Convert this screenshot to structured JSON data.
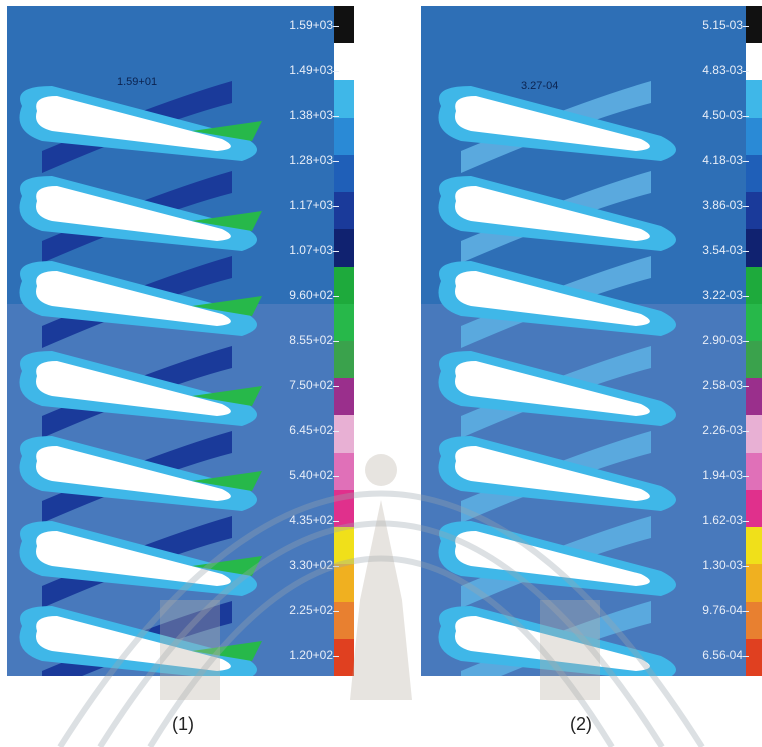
{
  "panel1": {
    "caption": "(1)",
    "peak_label": "1.59+01",
    "legend_ticks": [
      "1.59+03",
      "1.49+03",
      "1.38+03",
      "1.28+03",
      "1.17+03",
      "1.07+03",
      "9.60+02",
      "8.55+02",
      "7.50+02",
      "6.45+02",
      "5.40+02",
      "4.35+02",
      "3.30+02",
      "2.25+02",
      "1.20+02"
    ],
    "legend_colors": [
      "#111111",
      "#ffffff",
      "#3fb7e8",
      "#2a8ad6",
      "#1f5fb8",
      "#1a3a9a",
      "#102270",
      "#1eaa3c",
      "#27b84a",
      "#3aa24c",
      "#9a2f8c",
      "#e8b0d4",
      "#e070b8",
      "#e0308c",
      "#f0e01a",
      "#f0b020",
      "#e88030",
      "#e04020"
    ]
  },
  "panel2": {
    "caption": "(2)",
    "peak_label": "3.27-04",
    "legend_ticks": [
      "5.15-03",
      "4.83-03",
      "4.50-03",
      "4.18-03",
      "3.86-03",
      "3.54-03",
      "3.22-03",
      "2.90-03",
      "2.58-03",
      "2.26-03",
      "1.94-03",
      "1.62-03",
      "1.30-03",
      "9.76-04",
      "6.56-04"
    ],
    "legend_colors": [
      "#111111",
      "#ffffff",
      "#3fb7e8",
      "#2a8ad6",
      "#1f5fb8",
      "#1a3a9a",
      "#102270",
      "#1eaa3c",
      "#27b84a",
      "#3aa24c",
      "#9a2f8c",
      "#e8b0d4",
      "#e070b8",
      "#e0308c",
      "#f0e01a",
      "#f0b020",
      "#e88030",
      "#e04020"
    ]
  }
}
